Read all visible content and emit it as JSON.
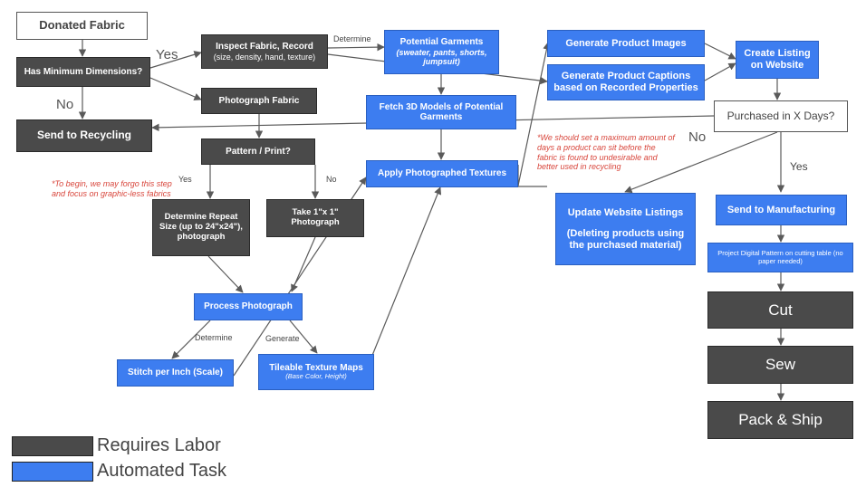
{
  "nodes": {
    "donated_fabric": "Donated Fabric",
    "has_min_dimensions": "Has Minimum Dimensions?",
    "send_to_recycling": "Send to Recycling",
    "inspect_fabric": "Inspect Fabric, Record",
    "inspect_fabric_sub": "(size, density, hand, texture)",
    "photograph_fabric": "Photograph Fabric",
    "pattern_print": "Pattern / Print?",
    "determine_repeat": "Determine Repeat Size (up to 24\"x24\"), photograph",
    "take_photo": "Take 1\"x 1\" Photograph",
    "process_photograph": "Process Photograph",
    "stitch_per_inch": "Stitch per Inch (Scale)",
    "tileable_maps": "Tileable Texture Maps",
    "tileable_maps_sub": "(Base Color, Height)",
    "potential_garments": "Potential Garments",
    "potential_garments_sub": "(sweater, pants, shorts, jumpsuit)",
    "fetch_3d": "Fetch 3D Models of Potential Garments",
    "apply_textures": "Apply Photographed Textures",
    "gen_images": "Generate Product Images",
    "gen_captions": "Generate Product Captions based on Recorded Properties",
    "create_listing": "Create Listing on Website",
    "purchased": "Purchased in X Days?",
    "update_listings": "Update Website Listings",
    "update_listings_sub": "(Deleting products using the purchased material)",
    "send_manufacturing": "Send to Manufacturing",
    "project_pattern": "Project Digital Pattern on cutting table (no paper needed)",
    "cut": "Cut",
    "sew": "Sew",
    "pack_ship": "Pack & Ship"
  },
  "edge_labels": {
    "yes1": "Yes",
    "no1": "No",
    "determine1": "Determine",
    "yes2": "Yes",
    "no2": "No",
    "determine2": "Determine",
    "generate": "Generate",
    "no3": "No",
    "yes3": "Yes"
  },
  "notes": {
    "graphic_note": "*To begin, we may forgo this step and focus on graphic-less fabrics",
    "days_note": "*We should set a maximum amount of days a product can sit before the fabric is found to undesirable and better used in recycling"
  },
  "legend": {
    "labor": "Requires Labor",
    "automated": "Automated Task"
  },
  "colors": {
    "labor": "#4a4a4a",
    "automated": "#3d7df0",
    "note": "#d8453b"
  }
}
